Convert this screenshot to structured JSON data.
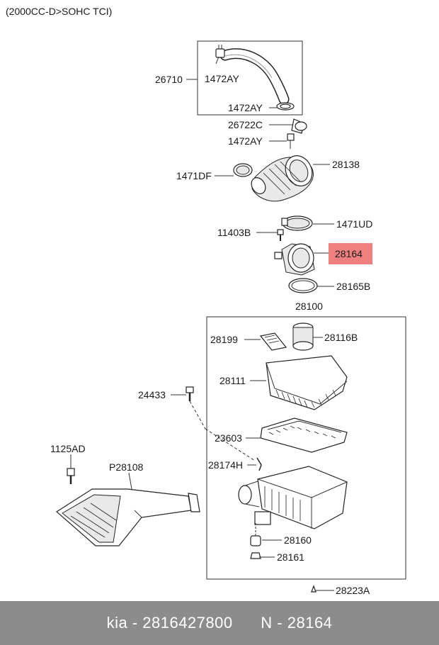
{
  "diagram": {
    "engine_spec": "(2000CC-D>SOHC TCI)",
    "highlight_color": "#f08080",
    "labels": {
      "l26710": "26710",
      "l1472ay_a": "1472AY",
      "l1472ay_b": "1472AY",
      "l26722c": "26722C",
      "l1472ay_c": "1472AY",
      "l28138": "28138",
      "l1471df": "1471DF",
      "l1471ud": "1471UD",
      "l11403b": "11403B",
      "l28164": "28164",
      "l28165b": "28165B",
      "l28100": "28100",
      "l28199": "28199",
      "l28116b": "28116B",
      "l28111": "28111",
      "l24433": "24433",
      "l23603": "23603",
      "l1125ad": "1125AD",
      "lp28108": "P28108",
      "l28174h": "28174H",
      "l28160": "28160",
      "l28161": "28161",
      "l28223a": "28223A"
    }
  },
  "footer": {
    "brand": "kia",
    "part_number": "2816427800",
    "ref": "N - 28164"
  }
}
